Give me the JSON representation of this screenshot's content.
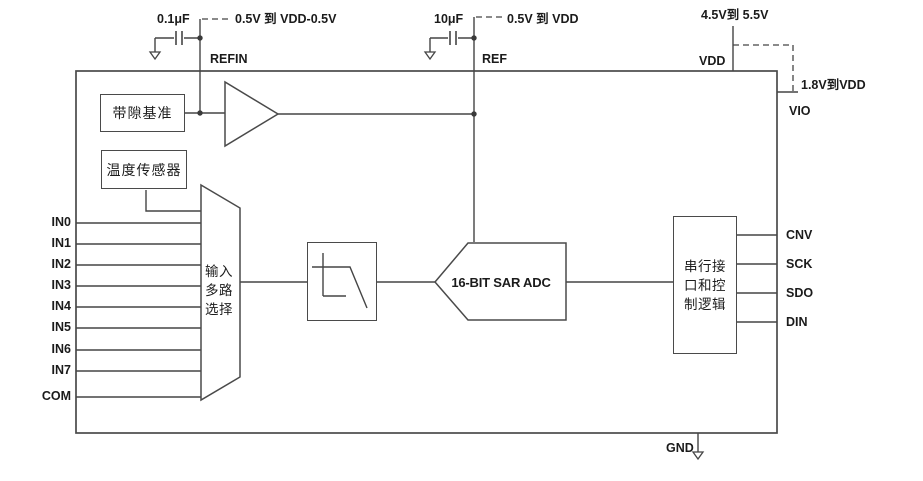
{
  "pins": {
    "left": [
      "IN0",
      "IN1",
      "IN2",
      "IN3",
      "IN4",
      "IN5",
      "IN6",
      "IN7",
      "COM"
    ],
    "right": [
      "CNV",
      "SCK",
      "SDO",
      "DIN"
    ],
    "top": {
      "refin": "REFIN",
      "ref": "REF",
      "vdd": "VDD"
    },
    "vio": "VIO",
    "gnd": "GND"
  },
  "annotations": {
    "refin_cap": "0.1μF",
    "refin_range": "0.5V 到 VDD-0.5V",
    "ref_cap": "10μF",
    "ref_range": "0.5V 到 VDD",
    "vdd_range": "4.5V到 5.5V",
    "vio_range": "1.8V到VDD"
  },
  "blocks": {
    "bandgap": "带隙基准",
    "temp_sensor": "温度传感器",
    "mux": "输入多路选择",
    "adc": "16-BIT SAR ADC",
    "serial": "串行接口和控制逻辑"
  },
  "colors": {
    "line": "#454545",
    "text": "#1b1b1b",
    "background": "#ffffff"
  }
}
